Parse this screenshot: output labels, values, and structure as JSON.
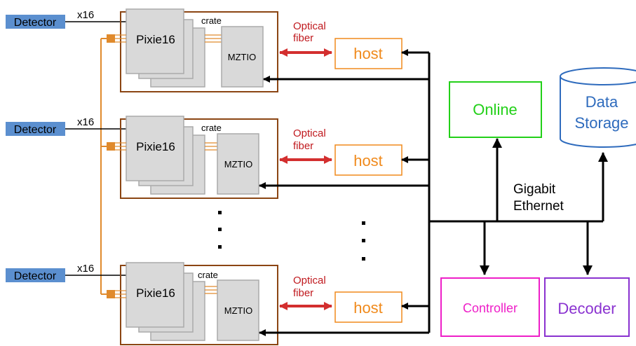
{
  "detector_label": "Detector",
  "channel_count": "x16",
  "crate_label": "crate",
  "module_label": "Pixie16",
  "trigger_label": "MZTIO",
  "fiber_label_line1": "Optical",
  "fiber_label_line2": "fiber",
  "host_label": "host",
  "online_label": "Online",
  "storage_label_line1": "Data",
  "storage_label_line2": "Storage",
  "network_label_line1": "Gigabit",
  "network_label_line2": "Ethernet",
  "controller_label": "Controller",
  "decoder_label": "Decoder",
  "colors": {
    "detector_fill": "#5b8fcf",
    "crate_border": "#8b4513",
    "module_fill": "#d9d9d9",
    "sync_line": "#e08a2c",
    "fiber": "#d32f2f",
    "host": "#f08a1c",
    "online": "#22d018",
    "storage": "#2e6bbd",
    "controller": "#ee1fc8",
    "decoder": "#8a32d0"
  }
}
